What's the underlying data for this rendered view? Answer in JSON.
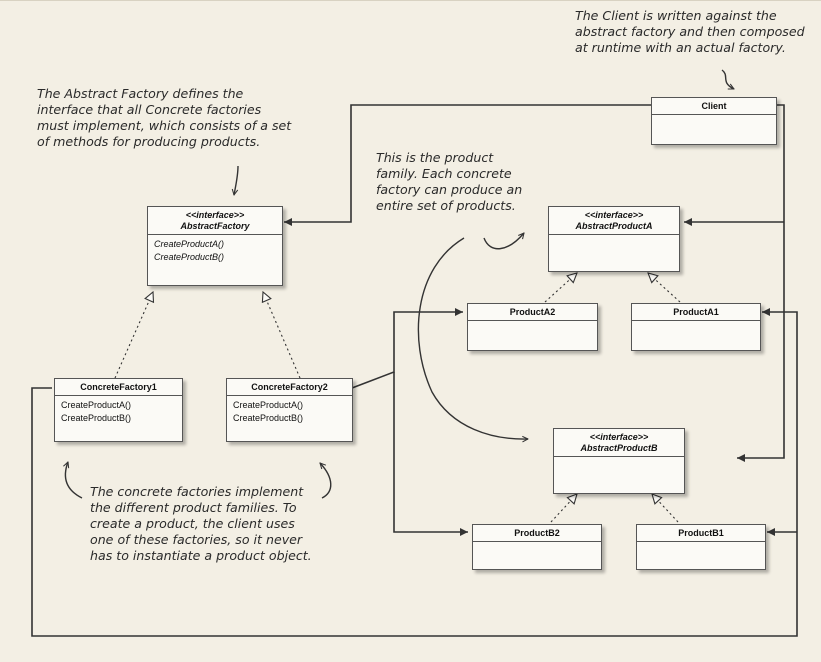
{
  "boxes": {
    "client": {
      "name": "Client"
    },
    "abstract_factory": {
      "stereotype": "<<interface>>",
      "name": "AbstractFactory",
      "methods": [
        "CreateProductA()",
        "CreateProductB()"
      ]
    },
    "abstract_product_a": {
      "stereotype": "<<interface>>",
      "name": "AbstractProductA"
    },
    "abstract_product_b": {
      "stereotype": "<<interface>>",
      "name": "AbstractProductB"
    },
    "product_a2": {
      "name": "ProductA2"
    },
    "product_a1": {
      "name": "ProductA1"
    },
    "product_b2": {
      "name": "ProductB2"
    },
    "product_b1": {
      "name": "ProductB1"
    },
    "concrete_factory_1": {
      "name": "ConcreteFactory1",
      "methods": [
        "CreateProductA()",
        "CreateProductB()"
      ]
    },
    "concrete_factory_2": {
      "name": "ConcreteFactory2",
      "methods": [
        "CreateProductA()",
        "CreateProductB()"
      ]
    }
  },
  "notes": {
    "client_note": [
      "The Client is written against the",
      "abstract factory and then composed",
      "at runtime with an actual factory."
    ],
    "factory_note": [
      "The Abstract Factory defines the",
      "interface that all Concrete factories",
      "must implement, which consists of a set",
      "of methods for producing products."
    ],
    "family_note": [
      "This is the product",
      "family. Each concrete",
      "factory can produce an",
      "entire set of products."
    ],
    "concrete_note": [
      "The concrete factories implement",
      "the different product families. To",
      "create a product, the client uses",
      "one of these factories, so it never",
      "has to instantiate a product object."
    ]
  }
}
